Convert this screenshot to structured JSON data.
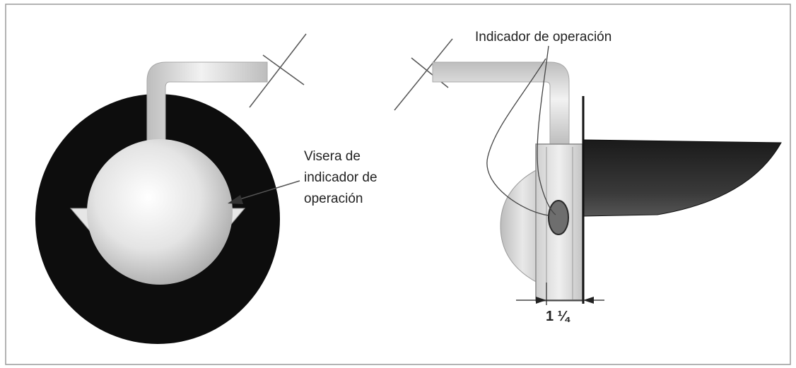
{
  "labels": {
    "operation_indicator": "Indicador de operación",
    "visor_line1": "Visera de",
    "visor_line2": "indicador de",
    "visor_line3": "operación",
    "dimension": "1 ¼"
  },
  "colors": {
    "frame": "#9a9a9a",
    "ring": "#0d0d0d",
    "pipe": "#d9d9d9",
    "deflector": "#2a2a2a",
    "indicator": "#6e6e6e"
  }
}
